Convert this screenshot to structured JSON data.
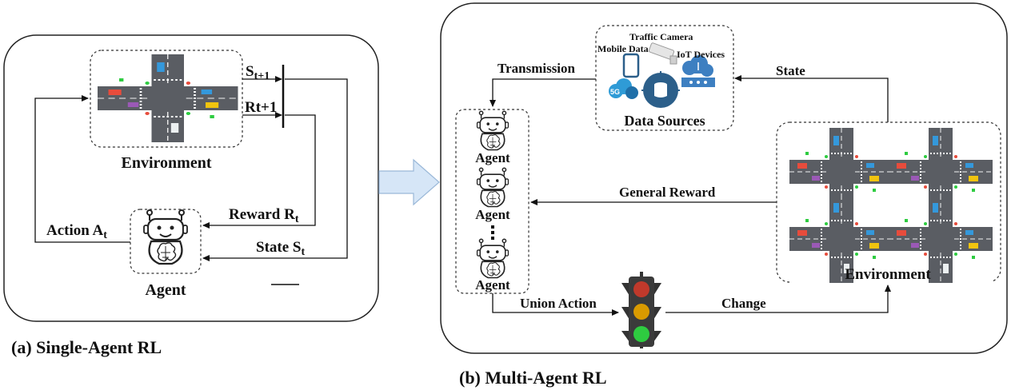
{
  "single_agent": {
    "caption": "(a) Single-Agent RL",
    "environment_label": "Environment",
    "agent_label": "Agent",
    "next_state": "S",
    "next_state_sub": "t+1",
    "next_reward": "Rt+1",
    "reward": "Reward R",
    "reward_sub": "t",
    "state": "State S",
    "state_sub": "t",
    "action": "Action A",
    "action_sub": "t"
  },
  "multi_agent": {
    "caption": "(b) Multi-Agent RL",
    "data_sources_label": "Data Sources",
    "traffic_camera": "Traffic Camera",
    "mobile_data": "Mobile Data",
    "iot_devices": "IoT Devices",
    "network_badge": "5G",
    "transmission": "Transmission",
    "state": "State",
    "general_reward": "General Reward",
    "union_action": "Union Action",
    "change": "Change",
    "environment_label": "Environment",
    "agent_labels": [
      "Agent",
      "Agent",
      "Agent"
    ]
  },
  "colors": {
    "line": "#111111",
    "panel_border": "#222222",
    "flow_arrow": "#d6e6f7",
    "flow_arrow_border": "#9ab8d8",
    "road": "#5a5d63",
    "grass": "#ffffff",
    "light_red": "#c0392b",
    "light_yellow": "#d99a00",
    "light_green": "#2ecc40",
    "icon_blue": "#2c5f8a"
  }
}
